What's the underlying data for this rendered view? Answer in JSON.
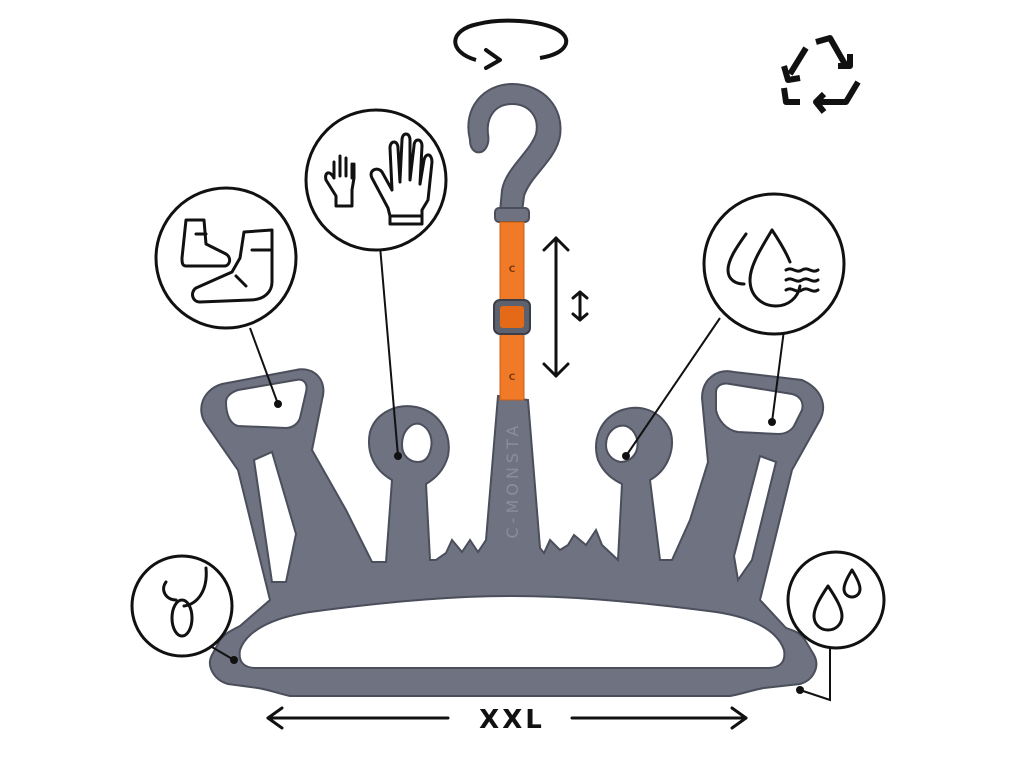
{
  "product": {
    "brand_embossed": "C-MONSTA",
    "strap_mark": "C",
    "size_label": "XXL"
  },
  "icons": {
    "rotate": "rotate-360-icon",
    "recycle": "recycle-icon",
    "boots": "boots-icon",
    "gloves": "gloves-icon",
    "drying": "water-drops-icon",
    "drip": "drip-icon",
    "strap_clip": "strap-loop-icon",
    "height_adjust": "vertical-adjust-arrow-icon",
    "width_arrow": "horizontal-width-arrow-icon"
  },
  "colors": {
    "hanger": "#6e7281",
    "hanger_outline": "#4b4f5c",
    "strap": "#f07a27",
    "ink": "#111111",
    "background": "#ffffff"
  }
}
